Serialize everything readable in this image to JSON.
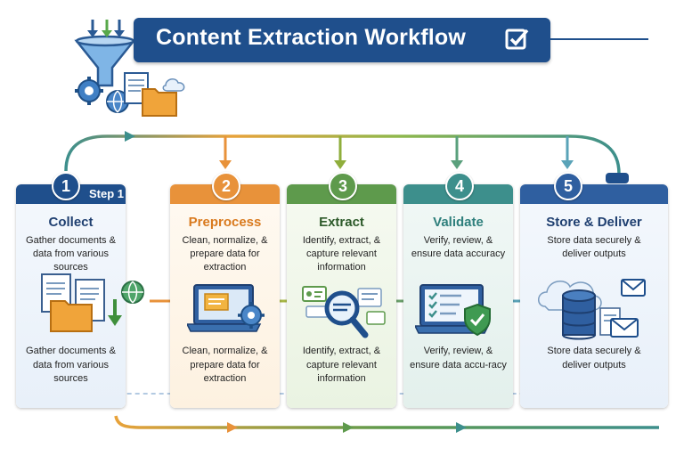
{
  "title": "Content Extraction Workflow",
  "colors": {
    "navy": "#1f4f8c",
    "orange": "#e8923a",
    "green": "#5e9a4c",
    "teal": "#3d8f8c",
    "blue": "#2f5fa0"
  },
  "icons": {
    "title_check": "checkbox-check-icon",
    "header_graphic": "funnel-gears-folder-icon"
  },
  "step1_label": "Step 1",
  "steps": [
    {
      "number": "1",
      "name": "Collect",
      "desc": "Gather documents & data from various sources",
      "desc_bottom": "Gather documents & data from various sources",
      "icon": "documents-folder-globe-icon"
    },
    {
      "number": "2",
      "name": "Preprocess",
      "desc": "Clean, normalize, & prepare data for extraction",
      "desc_bottom": "Clean, normalize, & prepare data for extraction",
      "icon": "laptop-gear-icon"
    },
    {
      "number": "3",
      "name": "Extract",
      "desc": "Identify, extract, & capture relevant information",
      "desc_bottom": "Identify, extract, & capture relevant information",
      "icon": "magnifier-document-icon"
    },
    {
      "number": "4",
      "name": "Validate",
      "desc": "Verify, review, & ensure data accuracy",
      "desc_bottom": "Verify, review, & ensure data accu-racy",
      "icon": "checklist-shield-icon"
    },
    {
      "number": "5",
      "name": "Store & Deliver",
      "desc": "Store data securely & deliver outputs",
      "desc_bottom": "Store data securely & deliver outputs",
      "icon": "database-cloud-mail-icon"
    }
  ]
}
